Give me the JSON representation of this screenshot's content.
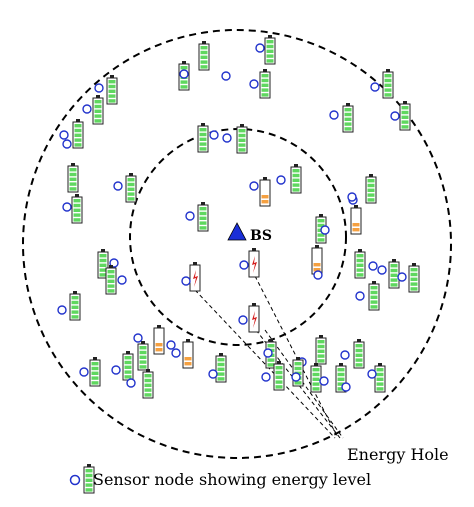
{
  "figure": {
    "base_station_label": "BS",
    "energy_hole_label": "Energy Hole",
    "legend_label": "Sensor node showing energy level"
  },
  "colors": {
    "ring": "#000000",
    "node_circle": "#2233cc",
    "bs_triangle": "#1a2fd8",
    "battery_full": "#5fd75f",
    "battery_medium": "#f5a040",
    "battery_empty_bolt": "#d41a1a",
    "battery_outline": "#222222",
    "arrow": "#000000"
  },
  "icons": {
    "node": "sensor-node-circle-icon",
    "battery": "battery-level-icon",
    "depleted": "depleted-battery-bolt-icon",
    "base_station": "base-station-triangle-icon"
  }
}
